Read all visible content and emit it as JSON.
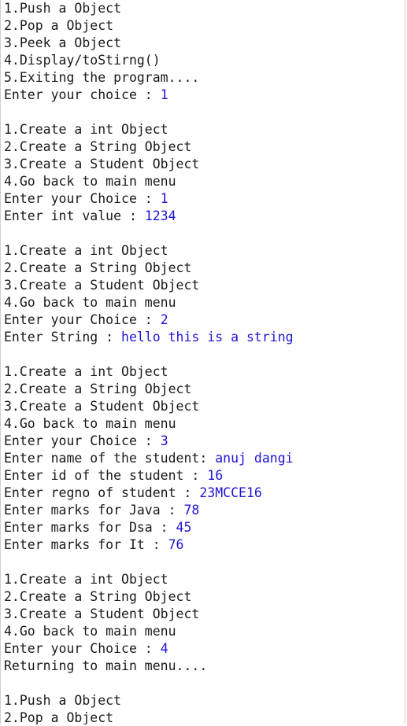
{
  "console": {
    "lines": [
      {
        "text": "1.Push a Object"
      },
      {
        "text": "2.Pop a Object"
      },
      {
        "text": "3.Peek a Object"
      },
      {
        "text": "4.Display/toStirng()"
      },
      {
        "text": "5.Exiting the program...."
      },
      {
        "text": "Enter your choice : ",
        "input": "1"
      },
      {
        "text": ""
      },
      {
        "text": "1.Create a int Object"
      },
      {
        "text": "2.Create a String Object"
      },
      {
        "text": "3.Create a Student Object"
      },
      {
        "text": "4.Go back to main menu"
      },
      {
        "text": "Enter your Choice : ",
        "input": "1"
      },
      {
        "text": "Enter int value : ",
        "input": "1234"
      },
      {
        "text": ""
      },
      {
        "text": "1.Create a int Object"
      },
      {
        "text": "2.Create a String Object"
      },
      {
        "text": "3.Create a Student Object"
      },
      {
        "text": "4.Go back to main menu"
      },
      {
        "text": "Enter your Choice : ",
        "input": "2"
      },
      {
        "text": "Enter String : ",
        "input": "hello this is a string"
      },
      {
        "text": ""
      },
      {
        "text": "1.Create a int Object"
      },
      {
        "text": "2.Create a String Object"
      },
      {
        "text": "3.Create a Student Object"
      },
      {
        "text": "4.Go back to main menu"
      },
      {
        "text": "Enter your Choice : ",
        "input": "3"
      },
      {
        "text": "Enter name of the student: ",
        "input": "anuj dangi"
      },
      {
        "text": "Enter id of the student : ",
        "input": "16"
      },
      {
        "text": "Enter regno of student : ",
        "input": "23MCCE16"
      },
      {
        "text": "Enter marks for Java : ",
        "input": "78"
      },
      {
        "text": "Enter marks for Dsa : ",
        "input": "45"
      },
      {
        "text": "Enter marks for It : ",
        "input": "76"
      },
      {
        "text": ""
      },
      {
        "text": "1.Create a int Object"
      },
      {
        "text": "2.Create a String Object"
      },
      {
        "text": "3.Create a Student Object"
      },
      {
        "text": "4.Go back to main menu"
      },
      {
        "text": "Enter your Choice : ",
        "input": "4"
      },
      {
        "text": "Returning to main menu...."
      },
      {
        "text": ""
      },
      {
        "text": "1.Push a Object"
      },
      {
        "text": "2.Pop a Object"
      }
    ]
  }
}
